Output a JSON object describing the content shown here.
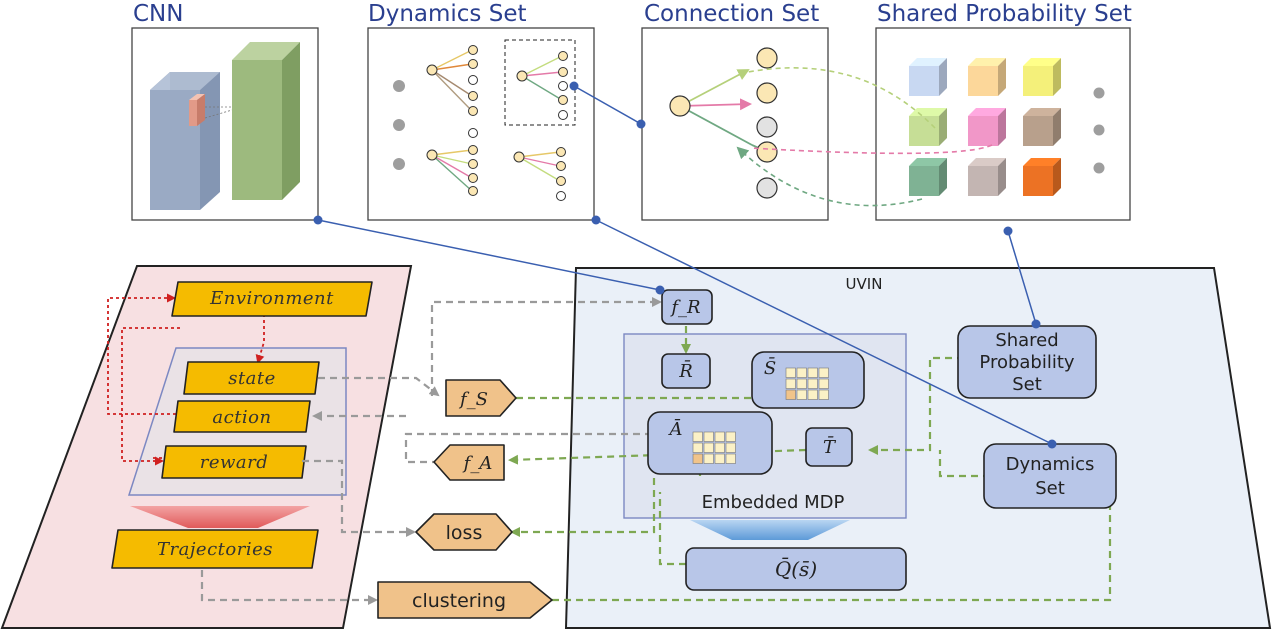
{
  "headers": {
    "cnn": "CNN",
    "dynamics_set": "Dynamics Set",
    "connection_set": "Connection Set",
    "shared_probability_set": "Shared Probability Set"
  },
  "env_panel": {
    "environment": "Environment",
    "state": "state",
    "action": "action",
    "reward": "reward",
    "trajectories": "Trajectories"
  },
  "middle": {
    "f_s": "f_S",
    "f_a": "f_A",
    "loss": "loss",
    "clustering": "clustering"
  },
  "uvin": {
    "title": "UVIN",
    "f_r": "f_R",
    "r_bar": "R̄",
    "s_bar": "S̄",
    "a_bar": "Ā",
    "t_bar": "T̄",
    "embedded_mdp": "Embedded MDP",
    "q_label": "Q̄(s̄)",
    "shared_line1": "Shared",
    "shared_line2": "Probability",
    "shared_line3": "Set",
    "dynamics_line1": "Dynamics",
    "dynamics_line2": "Set"
  },
  "colors": {
    "header_text": "#2a3f8f",
    "connector_blue": "#3a5fb0",
    "env_bg": "#f7e0e2",
    "uvin_bg": "#eaf0f8",
    "yellow_box": "#f5bb00",
    "orange_box": "#f0c28a",
    "blue_box": "#b8c6e8",
    "grey_arrow": "#9a9a9a",
    "green_arrow": "#7ea852",
    "red_arrow": "#d02020"
  },
  "cubes": [
    {
      "icon": "cube-icon",
      "color": "#c8d8f2"
    },
    {
      "icon": "cube-icon",
      "color": "#fcd79a"
    },
    {
      "icon": "cube-icon",
      "color": "#f4f07a"
    },
    {
      "icon": "cube-icon",
      "color": "#c6de96"
    },
    {
      "icon": "cube-icon",
      "color": "#f197c8"
    },
    {
      "icon": "cube-icon",
      "color": "#b8a08c"
    },
    {
      "icon": "cube-icon",
      "color": "#7fb294"
    },
    {
      "icon": "cube-icon",
      "color": "#c3b5b2"
    },
    {
      "icon": "cube-icon",
      "color": "#ec7224"
    }
  ]
}
